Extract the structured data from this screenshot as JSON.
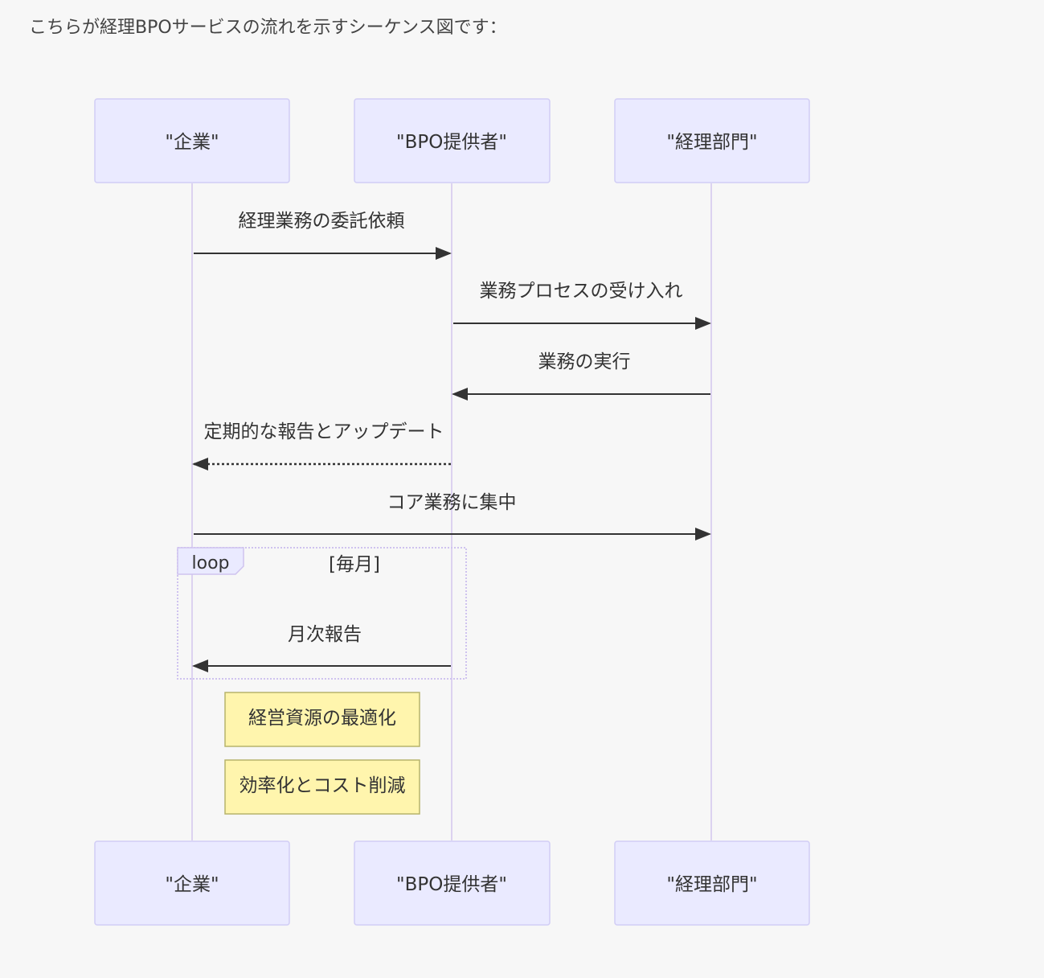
{
  "intro_text": "こちらが経理BPOサービスの流れを示すシーケンス図です：",
  "colors": {
    "actor_fill": "#eaeaff",
    "actor_stroke": "#d1cdf5",
    "lifeline": "#dcd2f0",
    "arrow": "#333333",
    "note_fill": "#fff5ad",
    "note_stroke": "#b7b36b",
    "loop_stroke": "#cfc3ef",
    "loop_label_fill": "#eaeaff",
    "text": "#333333"
  },
  "participants": [
    {
      "id": "company",
      "label": "\"企業\""
    },
    {
      "id": "bpo",
      "label": "\"BPO提供者\""
    },
    {
      "id": "accounting",
      "label": "\"経理部門\""
    }
  ],
  "messages": [
    {
      "from": "company",
      "to": "bpo",
      "label": "経理業務の委託依頼",
      "style": "solid"
    },
    {
      "from": "bpo",
      "to": "accounting",
      "label": "業務プロセスの受け入れ",
      "style": "solid"
    },
    {
      "from": "accounting",
      "to": "bpo",
      "label": "業務の実行",
      "style": "solid"
    },
    {
      "from": "bpo",
      "to": "company",
      "label": "定期的な報告とアップデート",
      "style": "dotted"
    },
    {
      "from": "company",
      "to": "accounting",
      "label": "コア業務に集中",
      "style": "solid"
    }
  ],
  "loop": {
    "keyword": "loop",
    "condition": "[毎月]",
    "message": {
      "from": "bpo",
      "to": "company",
      "label": "月次報告",
      "style": "solid"
    }
  },
  "notes": [
    {
      "label": "経営資源の最適化",
      "over": [
        "company",
        "bpo"
      ]
    },
    {
      "label": "効率化とコスト削減",
      "over": [
        "company",
        "bpo"
      ]
    }
  ]
}
